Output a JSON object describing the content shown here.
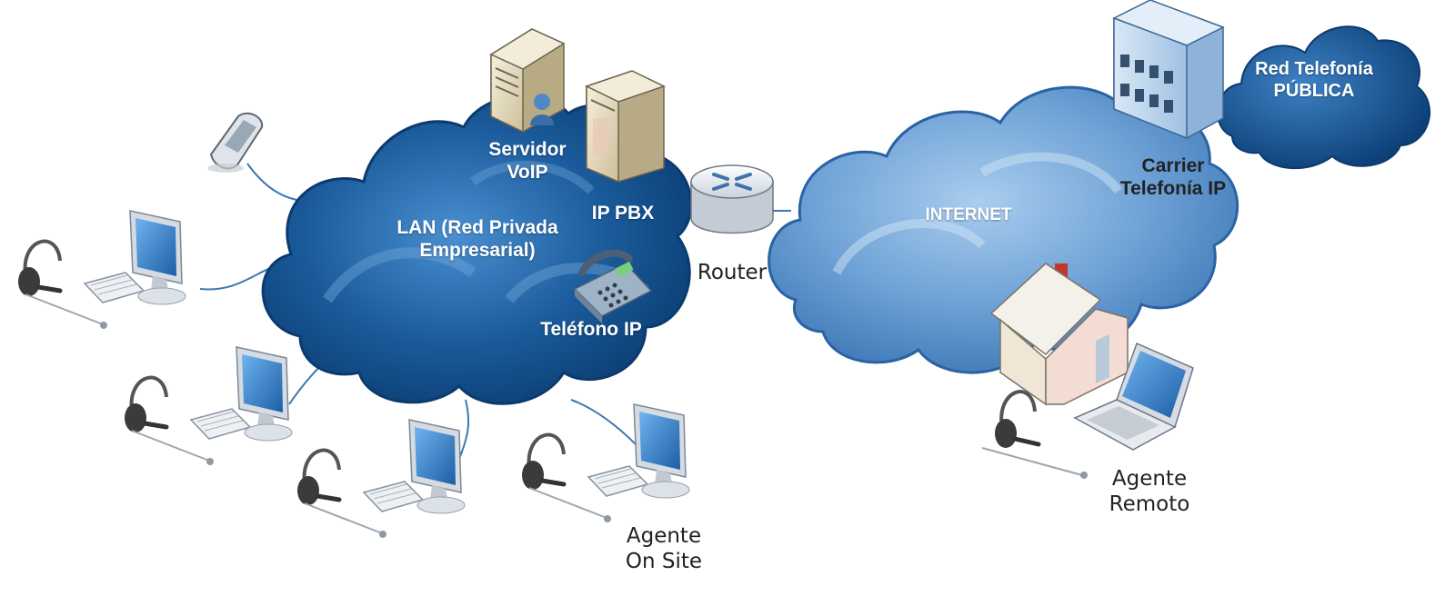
{
  "colors": {
    "cloud_dark": "#0f4c85",
    "cloud_mid": "#3a7bbd",
    "cloud_light": "#cfe2f5",
    "internet_cloud": "#7fb0de",
    "connector": "#3a78b0"
  },
  "labels": {
    "servidor_line1": "Servidor",
    "servidor_line2": "VoIP",
    "ippbx": "IP PBX",
    "lan_line1": "LAN (Red Privada",
    "lan_line2": "Empresarial)",
    "telefono_ip": "Teléfono IP",
    "router": "Router",
    "internet": "INTERNET",
    "carrier_line1": "Carrier",
    "carrier_line2": "Telefonía IP",
    "red_line1": "Red Telefonía",
    "red_line2": "PÚBLICA",
    "agente_site_line1": "Agente",
    "agente_site_line2": "On Site",
    "agente_remoto_line1": "Agente",
    "agente_remoto_line2": "Remoto"
  },
  "icons": {
    "server": "server-icon",
    "pbx": "pbx-tower-icon",
    "router": "router-icon",
    "phone": "desk-phone-icon",
    "mobile": "mobile-phone-icon",
    "monitor": "monitor-icon",
    "headset": "headset-icon",
    "keyboard": "keyboard-icon",
    "building": "building-icon",
    "house": "house-icon",
    "laptop": "laptop-icon"
  }
}
